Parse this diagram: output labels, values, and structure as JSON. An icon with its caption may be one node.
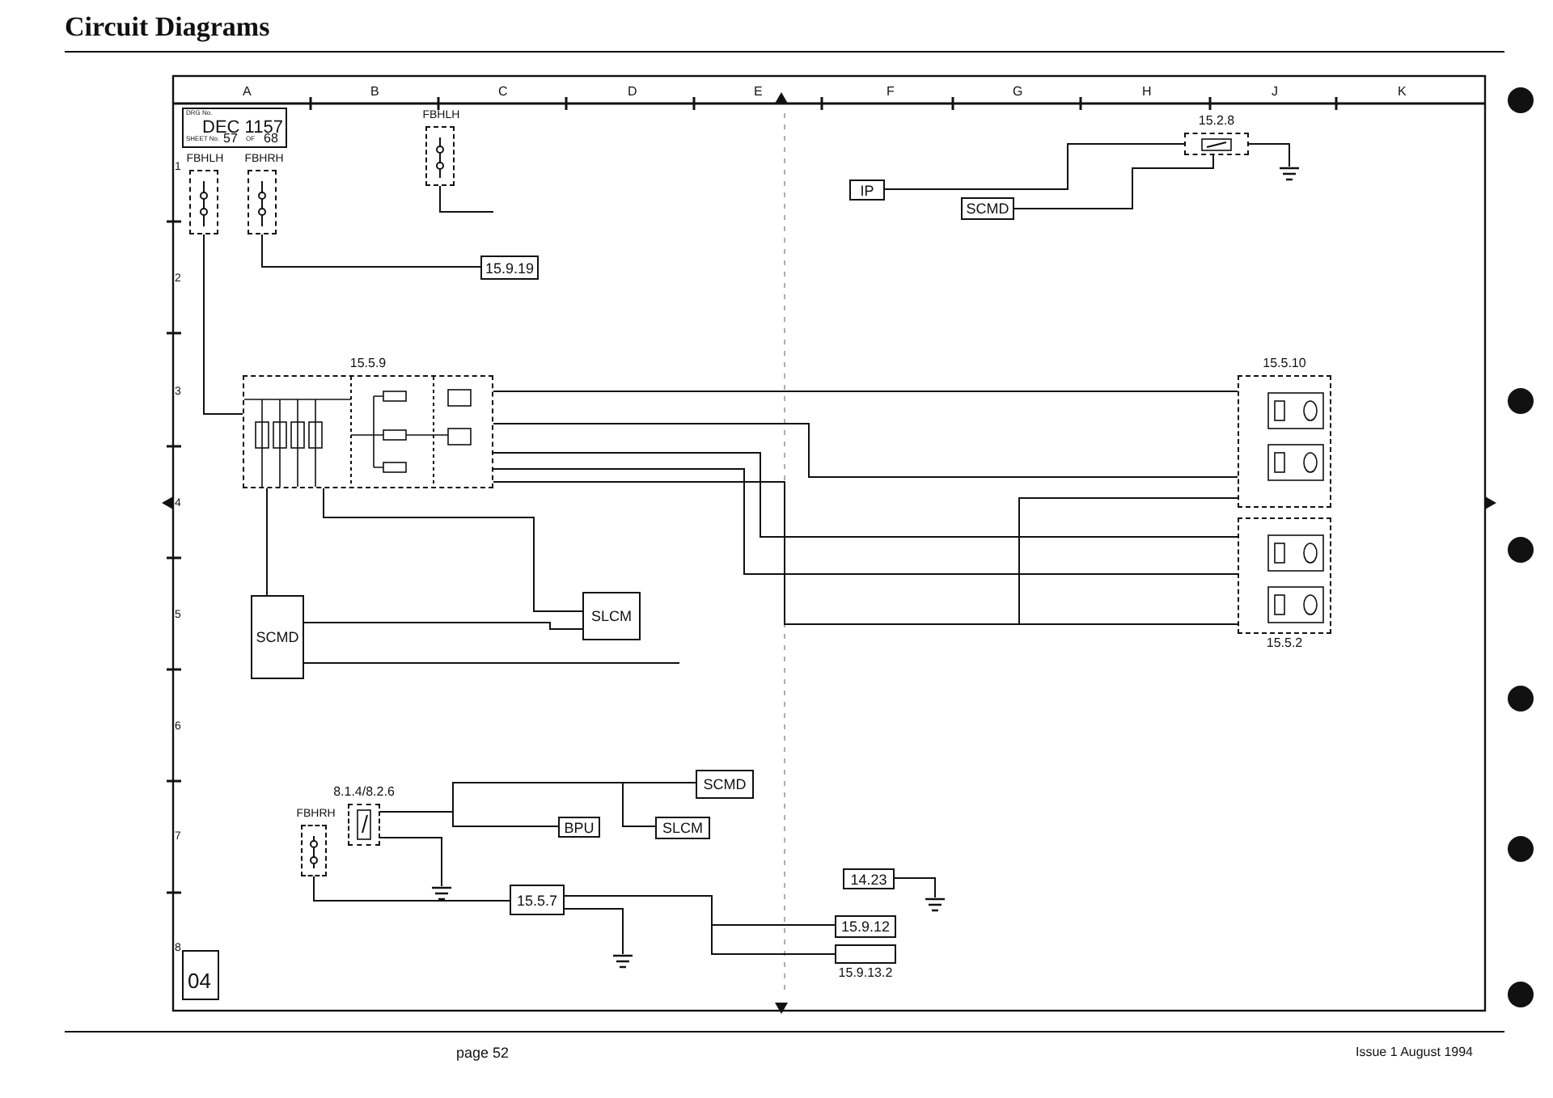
{
  "diagram": {
    "title": "Circuit Diagrams",
    "nodes": [
      {
        "text": [
          "FBHLH"
        ]
      },
      {
        "text": [
          "FBHRH"
        ]
      },
      {
        "text": [
          "FBHLH"
        ]
      },
      {
        "text": [
          "15.9.19"
        ]
      },
      {
        "text": [
          "15.5.9"
        ]
      },
      {
        "text": [
          "SCMD"
        ]
      },
      {
        "text": [
          "SLCM"
        ]
      },
      {
        "text": [
          "IP"
        ]
      },
      {
        "text": [
          "SCMD"
        ]
      },
      {
        "text": [
          "15.2.8"
        ]
      },
      {
        "text": [
          "15.5.10"
        ]
      },
      {
        "text": [
          "15.5.2"
        ]
      },
      {
        "text": [
          "8.1.4/8.2.6"
        ]
      },
      {
        "text": [
          "FBHRH"
        ]
      },
      {
        "text": [
          "SCMD"
        ]
      },
      {
        "text": [
          "BPU"
        ]
      },
      {
        "text": [
          "SLCM"
        ]
      },
      {
        "text": [
          "15.5.7"
        ]
      },
      {
        "text": [
          "14.23"
        ]
      },
      {
        "text": [
          "15.9.12"
        ]
      },
      {
        "text": [
          "15.9.13.2"
        ]
      },
      {
        "text": [],
        "shape": "ground"
      },
      {
        "text": [],
        "shape": "ground"
      },
      {
        "text": [],
        "shape": "ground"
      },
      {
        "text": [],
        "shape": "ground"
      }
    ],
    "edges": [
      {
        "from": 0,
        "to": 4,
        "arrow": "none"
      },
      {
        "from": 1,
        "to": 3,
        "arrow": "none"
      },
      {
        "from": 2,
        "to": null,
        "arrow": "none"
      },
      {
        "from": 4,
        "to": 10,
        "arrow": "none"
      },
      {
        "from": 4,
        "to": 10,
        "arrow": "none"
      },
      {
        "from": 4,
        "to": 11,
        "arrow": "none"
      },
      {
        "from": 4,
        "to": 11,
        "arrow": "none"
      },
      {
        "from": 4,
        "to": 5,
        "arrow": "none"
      },
      {
        "from": 4,
        "to": 6,
        "arrow": "none"
      },
      {
        "from": 5,
        "to": 6,
        "arrow": "none"
      },
      {
        "from": 5,
        "to": null,
        "arrow": "none"
      },
      {
        "from": 4,
        "to": 11,
        "arrow": "none"
      },
      {
        "from": 4,
        "to": 10,
        "arrow": "none"
      },
      {
        "from": 7,
        "to": 9,
        "arrow": "none"
      },
      {
        "from": 8,
        "to": 9,
        "arrow": "none"
      },
      {
        "from": 9,
        "to": 21,
        "arrow": "none"
      },
      {
        "from": 12,
        "to": 14,
        "arrow": "none"
      },
      {
        "from": 12,
        "to": 15,
        "arrow": "none"
      },
      {
        "from": 12,
        "to": 16,
        "arrow": "none"
      },
      {
        "from": 12,
        "to": 22,
        "arrow": "none"
      },
      {
        "from": 13,
        "to": 17,
        "arrow": "none"
      },
      {
        "from": 17,
        "to": 19,
        "arrow": "none"
      },
      {
        "from": 17,
        "to": 20,
        "arrow": "none"
      },
      {
        "from": 17,
        "to": 23,
        "arrow": "none"
      },
      {
        "from": 18,
        "to": 24,
        "arrow": "none"
      }
    ],
    "labels": [
      "DRG No.",
      "DEC 1157",
      "SHEET No.",
      "57",
      "OF",
      "68",
      "A",
      "B",
      "C",
      "D",
      "E",
      "F",
      "G",
      "H",
      "J",
      "K",
      "1",
      "2",
      "3",
      "4",
      "5",
      "6",
      "7",
      "8",
      "04",
      "page 52",
      "Issue 1 August 1994"
    ]
  }
}
